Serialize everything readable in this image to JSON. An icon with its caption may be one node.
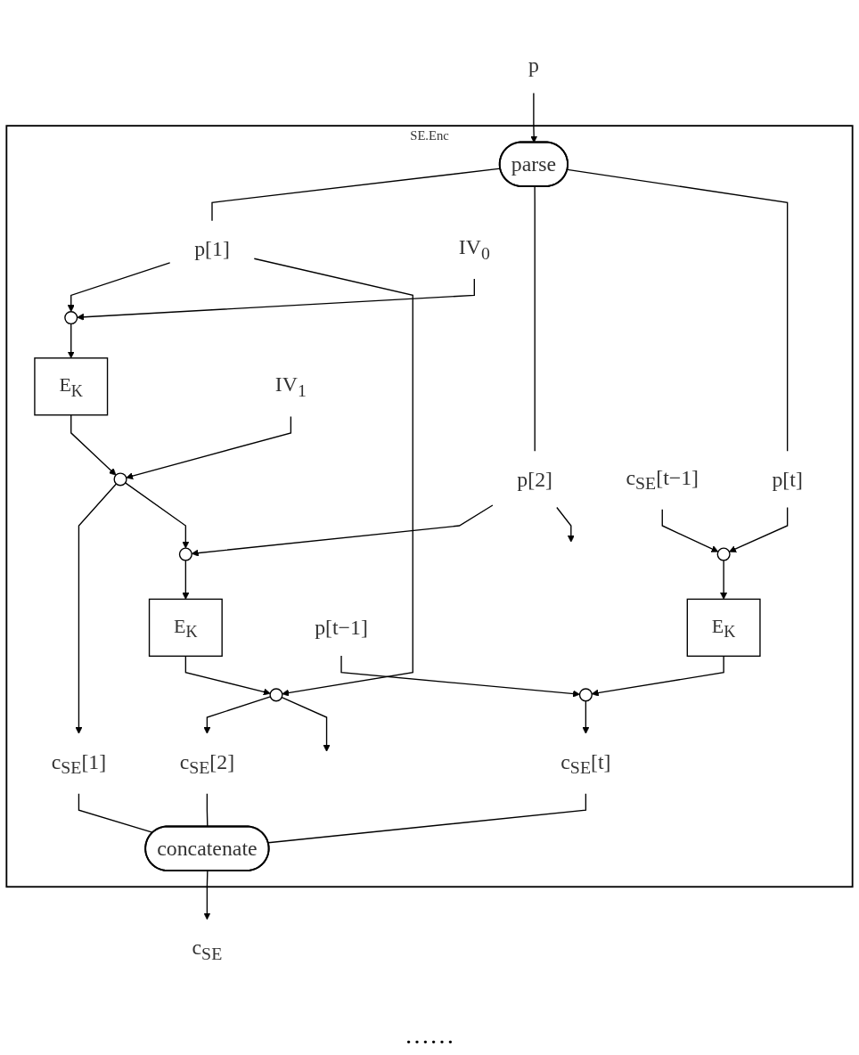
{
  "diagram": {
    "nodes": [
      {
        "text": [
          "SE.Enc"
        ]
      },
      {
        "text": [
          "p"
        ]
      },
      {
        "text": [
          "parse"
        ],
        "in": 0
      },
      {
        "text": [
          "p[1]"
        ],
        "in": 0
      },
      {
        "text": [
          "p[2]"
        ],
        "in": 0
      },
      {
        "text": [
          "p[t]"
        ],
        "in": 0
      },
      {
        "text": [
          "IV$_{0}$"
        ],
        "in": 0
      },
      {
        "text": [],
        "shape": "circle",
        "in": 0
      },
      {
        "text": [
          "E$_{K}$"
        ],
        "in": 0
      },
      {
        "text": [],
        "shape": "circle",
        "in": 0
      },
      {
        "text": [
          "IV$_{1}$"
        ],
        "in": 0
      },
      {
        "text": [
          "c$_{SE}$[1]"
        ],
        "in": 0
      },
      {
        "text": [],
        "shape": "circle",
        "in": 0
      },
      {
        "text": [
          "E$_{K}$"
        ],
        "in": 0
      },
      {
        "text": [],
        "shape": "circle",
        "in": 0
      },
      {
        "text": [
          "c$_{SE}$[2]"
        ],
        "in": 0
      },
      {
        "text": [
          "c$_{SE}$[t−1]"
        ],
        "in": 0
      },
      {
        "text": [],
        "shape": "circle",
        "in": 0
      },
      {
        "text": [
          "E$_{K}$"
        ],
        "in": 0
      },
      {
        "text": [
          "p[t−1]"
        ],
        "in": 0
      },
      {
        "text": [],
        "shape": "circle",
        "in": 0
      },
      {
        "text": [
          "c$_{SE}$[t]"
        ],
        "in": 0
      },
      {
        "text": [
          "concatenate"
        ],
        "in": 0
      },
      {
        "text": [
          "c$_{SE}$"
        ]
      }
    ],
    "edges": [
      {
        "from": 1,
        "to": 2,
        "arrow": "to"
      },
      {
        "from": 2,
        "to": 3,
        "arrow": "none"
      },
      {
        "from": 2,
        "to": 4,
        "arrow": "none"
      },
      {
        "from": 2,
        "to": 5,
        "arrow": "none"
      },
      {
        "from": 3,
        "to": 7,
        "arrow": "to"
      },
      {
        "from": 3,
        "to": 14,
        "arrow": "to"
      },
      {
        "from": 6,
        "to": 7,
        "arrow": "to"
      },
      {
        "from": 7,
        "to": 8,
        "arrow": "to"
      },
      {
        "from": 8,
        "to": 9,
        "arrow": "to"
      },
      {
        "from": 10,
        "to": 9,
        "arrow": "to"
      },
      {
        "from": 9,
        "to": 11,
        "arrow": "to"
      },
      {
        "from": 9,
        "to": 12,
        "arrow": "to"
      },
      {
        "from": 4,
        "to": 12,
        "arrow": "to"
      },
      {
        "from": 4,
        "to": null,
        "arrow": "to"
      },
      {
        "from": 12,
        "to": 13,
        "arrow": "to"
      },
      {
        "from": 13,
        "to": 14,
        "arrow": "to"
      },
      {
        "from": 14,
        "to": 15,
        "arrow": "to"
      },
      {
        "from": 14,
        "to": null,
        "arrow": "to"
      },
      {
        "from": 5,
        "to": 17,
        "arrow": "to"
      },
      {
        "from": 16,
        "to": 17,
        "arrow": "to"
      },
      {
        "from": 17,
        "to": 18,
        "arrow": "to"
      },
      {
        "from": 18,
        "to": 20,
        "arrow": "to"
      },
      {
        "from": 19,
        "to": 20,
        "arrow": "to"
      },
      {
        "from": 20,
        "to": 21,
        "arrow": "to"
      },
      {
        "from": 11,
        "to": 22,
        "arrow": "none"
      },
      {
        "from": 15,
        "to": 22,
        "arrow": "none"
      },
      {
        "from": 21,
        "to": 22,
        "arrow": "none"
      },
      {
        "from": 22,
        "to": 23,
        "arrow": "to"
      }
    ],
    "labels": [
      "……"
    ]
  }
}
